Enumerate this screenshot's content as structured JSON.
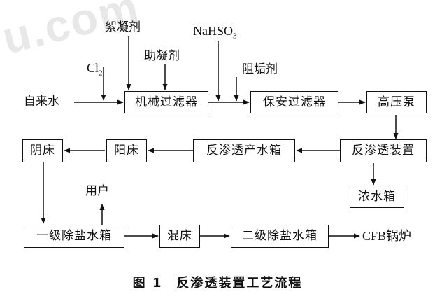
{
  "watermark": "u.com",
  "nodes": {
    "mechanical_filter": "机械过滤器",
    "security_filter": "保安过滤器",
    "high_pressure_pump": "高压泵",
    "ro_device": "反渗透装置",
    "ro_product_tank": "反渗透产水箱",
    "cation_bed": "阳床",
    "anion_bed": "阴床",
    "concentrate_tank": "浓水箱",
    "primary_desalted_tank": "一级除盐水箱",
    "mixed_bed": "混床",
    "secondary_desalted_tank": "二级除盐水箱"
  },
  "labels": {
    "tap_water": "自来水",
    "chlorine": "Cl",
    "chlorine_sub": "2",
    "flocculant": "絮凝剂",
    "coagulant_aid": "助凝剂",
    "sodium_bisulfite": "NaHSO",
    "sodium_bisulfite_sub": "3",
    "scale_inhibitor": "阻垢剂",
    "user": "用户",
    "cfb_boiler": "CFB锅炉"
  },
  "caption": "图 1　反渗透装置工艺流程"
}
